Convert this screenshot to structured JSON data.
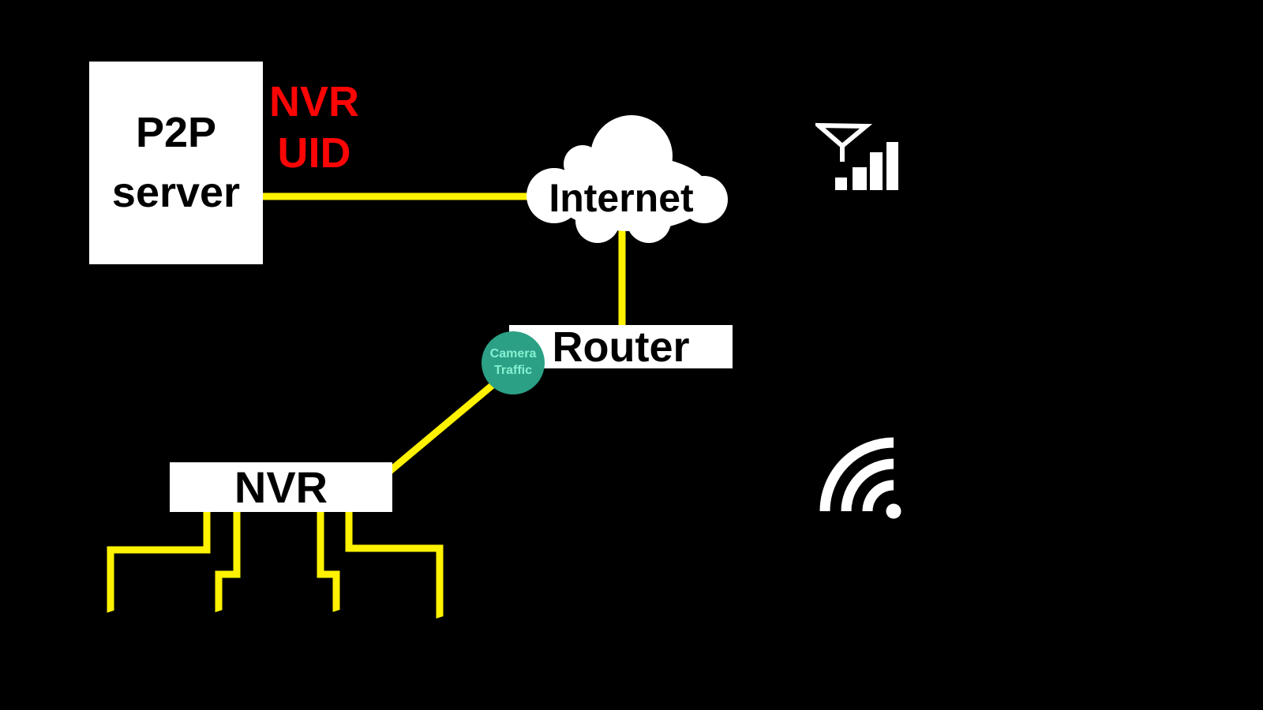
{
  "colors": {
    "background": "#000000",
    "wire": "#fff200",
    "node_fill": "#ffffff",
    "node_text": "#000000",
    "annotation_text": "#fb0505",
    "traffic_fill": "#2ba084",
    "traffic_text": "#85f0d2",
    "icon": "#ffffff"
  },
  "nodes": {
    "p2p_server": {
      "line1": "P2P",
      "line2": "server"
    },
    "internet": {
      "label": "Internet"
    },
    "router": {
      "label": "Router"
    },
    "nvr": {
      "label": "NVR"
    },
    "camera_traffic": {
      "line1": "Camera",
      "line2": "Traffic"
    }
  },
  "annotation": {
    "line1": "NVR",
    "line2": "UID"
  },
  "icons": {
    "camera": "cctv-camera-icon",
    "camera_count": 4,
    "cellular": "cellular-signal-icon",
    "wifi": "wifi-icon",
    "smartphone_top": "smartphone-icon",
    "smartphone_bottom": "smartphone-icon"
  }
}
